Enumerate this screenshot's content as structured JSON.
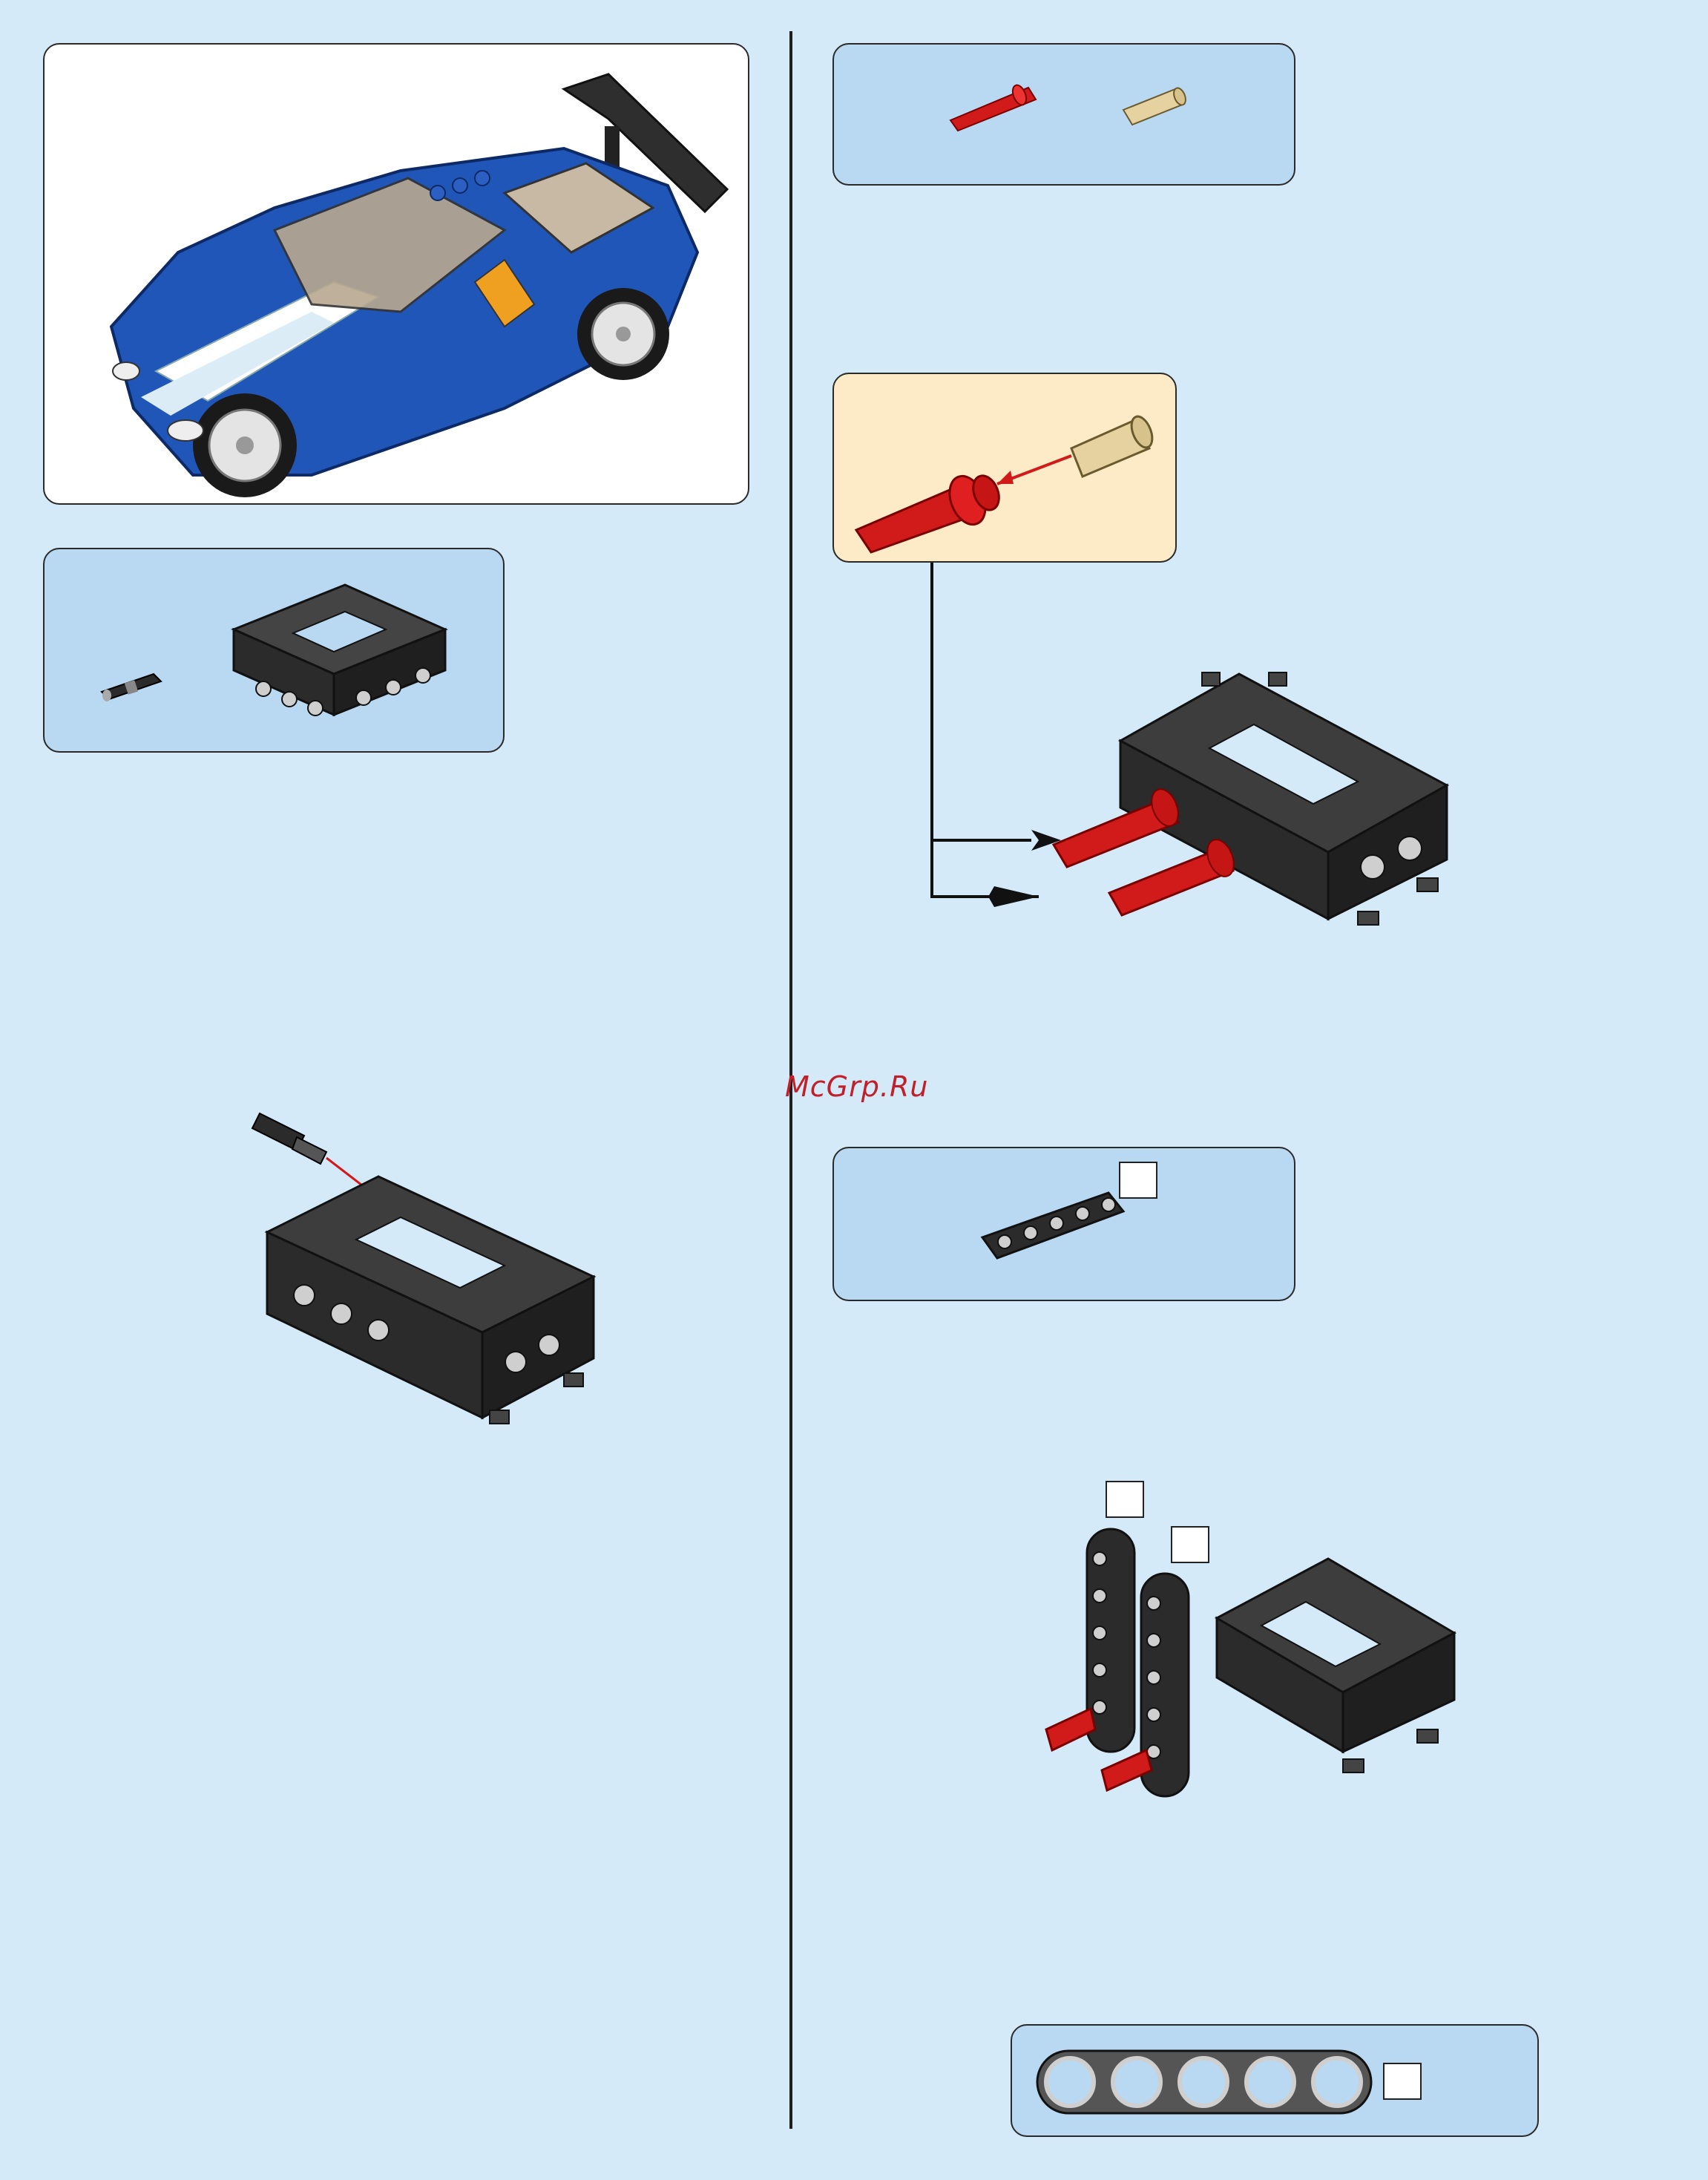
{
  "watermark": "McGrp.Ru",
  "colors": {
    "background": "#d4eaf8",
    "parts_panel": "#b9d9f2",
    "subassembly_panel": "#fdebc8",
    "brick_black": "#2b2b2b",
    "pin_red": "#d11a1a",
    "axle_tan": "#e6d2a0",
    "car_blue": "#1f56b8"
  },
  "icons": {
    "hero": "blue-sports-car-model",
    "frame": "technic-frame-brick",
    "connector": "axle-connector-pin",
    "red_pin": "red-axle-pin",
    "tan_bush": "tan-bush",
    "beam": "technic-beam-5"
  },
  "scale_ruler": {
    "holes": 5
  }
}
